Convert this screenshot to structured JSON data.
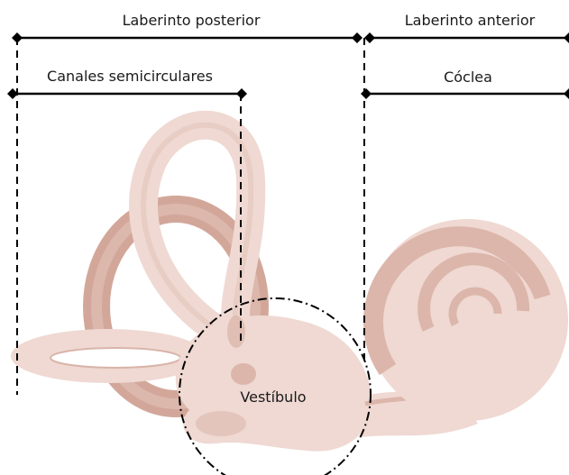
{
  "labels": {
    "posterior_labyrinth": "Laberinto posterior",
    "anterior_labyrinth": "Laberinto anterior",
    "semicircular_canals": "Canales semicirculares",
    "cochlea": "Cóclea",
    "vestibule": "Vestíbulo"
  },
  "colors": {
    "tissue_light": "#efd9d2",
    "tissue_mid": "#dcb6ab",
    "tissue_dark": "#c99a8d",
    "line": "#000000"
  }
}
